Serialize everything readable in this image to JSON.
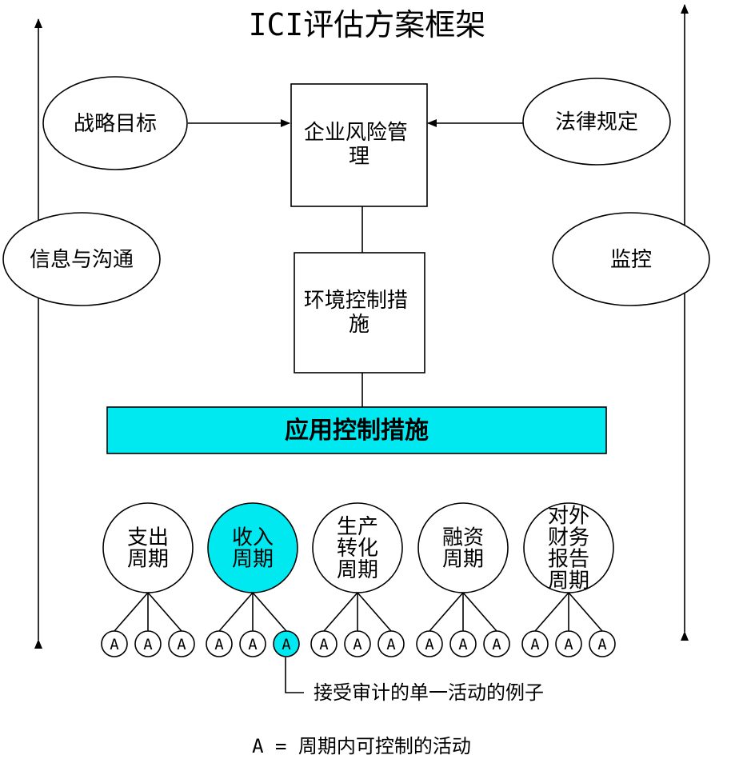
{
  "title": "ICI评估方案框架",
  "colors": {
    "highlight": "#00e8f0",
    "stroke": "#000000",
    "background": "#ffffff"
  },
  "ellipses": {
    "strategy": "战略目标",
    "law": "法律规定",
    "info": "信息与沟通",
    "monitor": "监控"
  },
  "boxes": {
    "erm": [
      "企业风险管",
      "理"
    ],
    "env": [
      "环境控制措",
      "施"
    ],
    "app": "应用控制措施"
  },
  "cycles": [
    {
      "lines": [
        "支出",
        "周期"
      ],
      "highlight": false
    },
    {
      "lines": [
        "收入",
        "周期"
      ],
      "highlight": true
    },
    {
      "lines": [
        "生产",
        "转化",
        "周期"
      ],
      "highlight": false
    },
    {
      "lines": [
        "融资",
        "周期"
      ],
      "highlight": false
    },
    {
      "lines": [
        "对外",
        "财务",
        "报告",
        "周期"
      ],
      "highlight": false
    }
  ],
  "activity_label": "A",
  "highlighted_activity": {
    "cycle": 1,
    "index": 2
  },
  "callout": "接受审计的单一活动的例子",
  "legend": "A = 周期内可控制的活动"
}
